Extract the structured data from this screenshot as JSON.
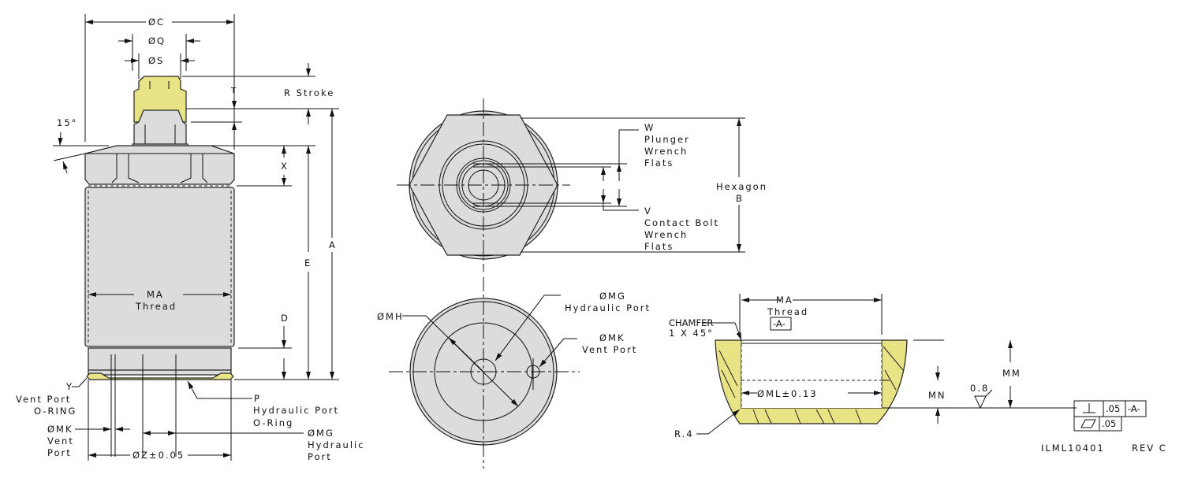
{
  "side_view": {
    "dia_c": "ØC",
    "dia_q": "ØQ",
    "dia_s": "ØS",
    "t": "T",
    "r_stroke": "R Stroke",
    "angle": "15°",
    "x": "X",
    "e": "E",
    "a": "A",
    "d": "D",
    "ma": "MA",
    "thread": "Thread",
    "y_label": "Y",
    "vent_oring_1": "Vent Port",
    "vent_oring_2": "O-RING",
    "p_label": "P",
    "p_text_1": "Hydraulic Port",
    "p_text_2": "O-Ring",
    "mk": "ØMK",
    "mk_1": "Vent",
    "mk_2": "Port",
    "mg": "ØMG",
    "mg_1": "Hydraulic",
    "mg_2": "Port",
    "z": "ØZ±0.05"
  },
  "top_view": {
    "w": "W",
    "w_1": "Plunger",
    "w_2": "Wrench",
    "w_3": "Flats",
    "v": "V",
    "v_1": "Contact Bolt",
    "v_2": "Wrench",
    "v_3": "Flats",
    "hex": "Hexagon",
    "b": "B"
  },
  "bottom_view": {
    "mh": "ØMH",
    "mg": "ØMG",
    "mg_1": "Hydraulic Port",
    "mk": "ØMK",
    "mk_1": "Vent Port"
  },
  "section_view": {
    "ma": "MA",
    "thread": "Thread",
    "datum": "-A-",
    "chamfer_1": "CHAMFER",
    "chamfer_2": "1 X 45°",
    "ml": "ØML±0.13",
    "mm": "MM",
    "mn": "MN",
    "finish": "0.8",
    "radius": "R.4",
    "fcf_perp_tol": ".05",
    "fcf_perp_datum": "-A-",
    "fcf_flat_tol": ".05"
  },
  "title_block": {
    "drawing_no": "ILML10401",
    "rev": "REV C"
  },
  "colors": {
    "part_gray": "#dcdcdc",
    "part_yellow": "#e8e486"
  }
}
